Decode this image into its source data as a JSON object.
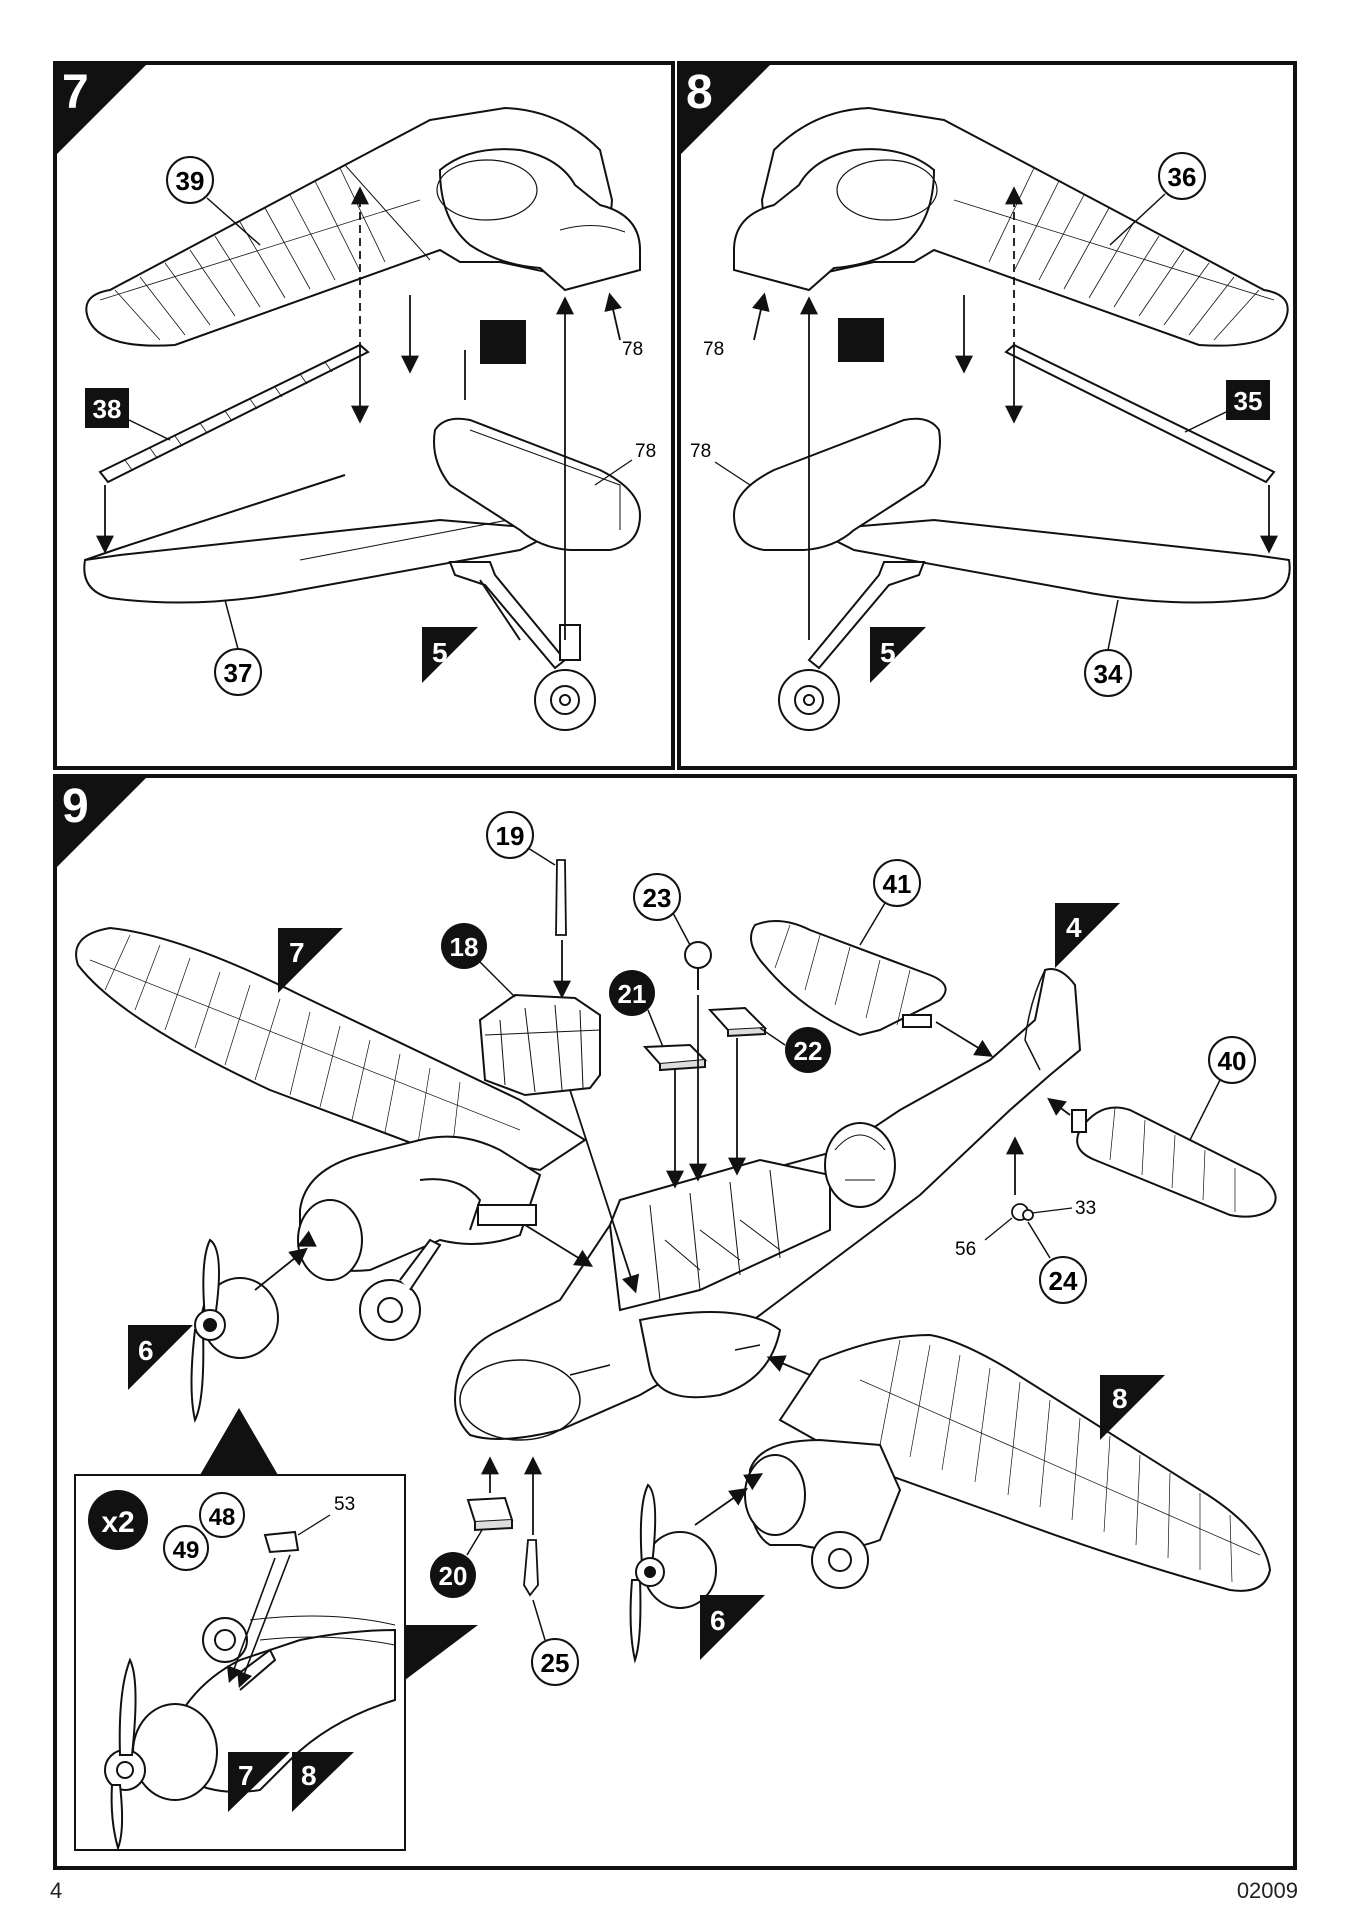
{
  "page": {
    "number": "4",
    "kit_code": "02009"
  },
  "steps": [
    {
      "number": "7",
      "callouts": {
        "wing_top": "39",
        "wing_bottom": "37",
        "flap": "38",
        "nacelle_ref": "78",
        "nacelle_inner": "78",
        "gear_ref": "5"
      }
    },
    {
      "number": "8",
      "callouts": {
        "wing_top": "36",
        "wing_bottom": "34",
        "flap": "35",
        "nacelle_ref": "78",
        "nacelle_inner": "78",
        "gear_ref": "5"
      }
    },
    {
      "number": "9",
      "callouts": {
        "antenna": "19",
        "canopy": "18",
        "loop": "23",
        "hatch_left": "21",
        "hatch_right": "22",
        "tailplane_left": "41",
        "tailplane_right": "40",
        "fin_ref": "4",
        "wing_left_ref": "7",
        "wing_right_ref": "8",
        "tailwheel_a": "33",
        "tailwheel_b": "56",
        "tailwheel_c": "24",
        "prop_left_ref": "6",
        "prop_right_ref": "6",
        "nose_part": "20",
        "pitot": "25"
      },
      "inset": {
        "multiplier": "x2",
        "exhaust_a": "48",
        "exhaust_b": "49",
        "exhaust_c": "53",
        "ref_a": "7",
        "ref_b": "8"
      }
    }
  ]
}
